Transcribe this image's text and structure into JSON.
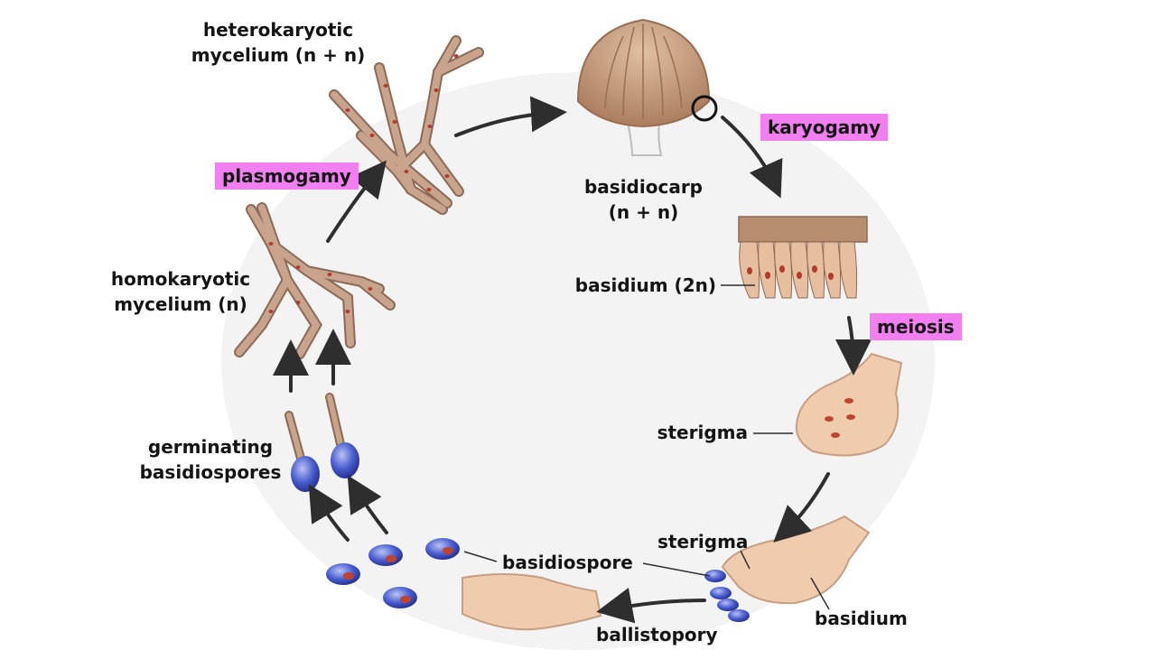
{
  "labels": {
    "heterokaryotic": [
      "heterokaryotic",
      "mycelium (n + n)"
    ],
    "basidiocarp": [
      "basidiocarp",
      "(n + n)"
    ],
    "basidium_2n": "basidium (2n)",
    "homokaryotic": [
      "homokaryotic",
      "mycelium (n)"
    ],
    "sterigma_1": "sterigma",
    "germinating": [
      "germinating",
      "basidiospores"
    ],
    "sterigma_2": "sterigma",
    "basidiospore": "basidiospore",
    "basidium": "basidium",
    "ballistopory": "ballistopory"
  },
  "stages": {
    "karyogamy": "karyogamy",
    "plasmogamy": "plasmogamy",
    "meiosis": "meiosis"
  },
  "colors": {
    "stage_highlight": "#f27ff0",
    "hypha_fill": "#c9a48c",
    "hypha_outline": "#8c6a55",
    "nucleus": "#b23a2e",
    "spore_blue": "#3b4fc2",
    "basidium_fill": "#f0ccae",
    "cap": "#c49672",
    "arrow": "#2e2e2e",
    "circle_bg": "#f4f4f4"
  },
  "icons": [
    "mushroom-icon",
    "hyphae-icon",
    "basidium-icon",
    "spore-icon",
    "arrow-icon"
  ]
}
